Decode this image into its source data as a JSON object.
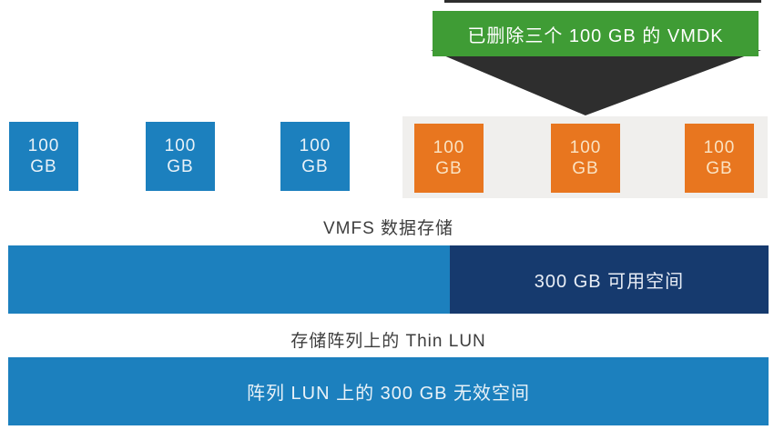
{
  "callout": {
    "label": "已删除三个 100 GB 的 VMDK"
  },
  "disks": {
    "active": [
      {
        "value": "100",
        "unit": "GB"
      },
      {
        "value": "100",
        "unit": "GB"
      },
      {
        "value": "100",
        "unit": "GB"
      }
    ],
    "deleted": [
      {
        "value": "100",
        "unit": "GB"
      },
      {
        "value": "100",
        "unit": "GB"
      },
      {
        "value": "100",
        "unit": "GB"
      }
    ]
  },
  "datastore": {
    "caption": "VMFS 数据存储",
    "free_space_label": "300 GB 可用空间"
  },
  "storage_array": {
    "caption": "存储阵列上的 Thin LUN",
    "dead_space_label": "阵列 LUN 上的 300 GB 无效空间"
  },
  "colors": {
    "disk_blue": "#1C80BE",
    "disk_orange": "#E8761F",
    "free_space_navy": "#163A6E",
    "callout_green": "#3F9C35",
    "arrow_dark": "#2E2E2E",
    "deleted_panel_gray": "#F0EFED",
    "caption_text": "#3D3D3D"
  }
}
